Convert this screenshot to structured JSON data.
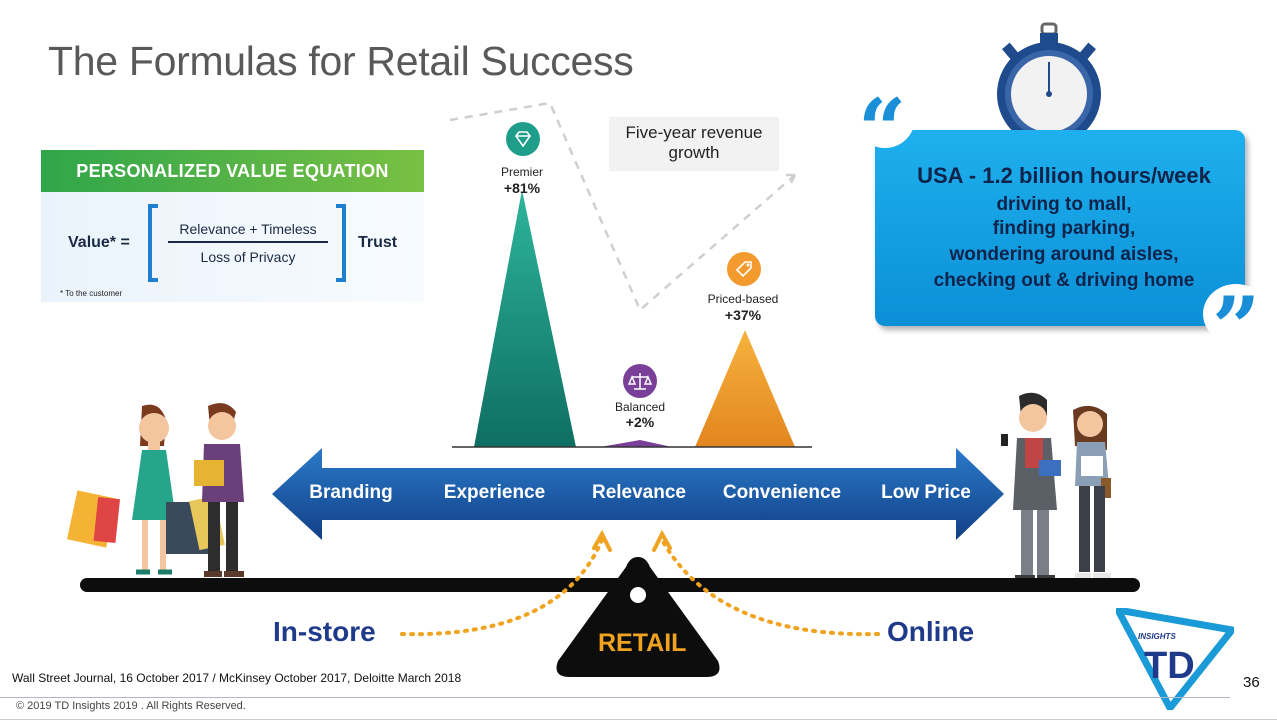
{
  "slide": {
    "title": "The Formulas for Retail Success",
    "page_number": "36",
    "source_note": "Wall Street Journal, 16 October 2017 / McKinsey October 2017, Deloitte March 2018",
    "copyright": "© 2019 TD Insights 2019 . All Rights Reserved."
  },
  "equation": {
    "header": "PERSONALIZED VALUE EQUATION",
    "lhs": "Value* =",
    "numerator": "Relevance + Timeless",
    "denominator": "Loss of Privacy",
    "rhs": "Trust",
    "footnote": "* To the customer"
  },
  "revenue": {
    "title": "Five-year revenue growth",
    "segments": [
      {
        "label": "Premier",
        "value": "+81%",
        "icon": "diamond-icon",
        "color": "#1e9e8a"
      },
      {
        "label": "Balanced",
        "value": "+2%",
        "icon": "scales-icon",
        "color": "#7a3f98"
      },
      {
        "label": "Priced-based",
        "value": "+37%",
        "icon": "price-tag-icon",
        "color": "#f29a2e"
      }
    ]
  },
  "quote": {
    "headline": "USA - 1.2 billion hours/week",
    "lines": [
      "driving to mall,",
      "finding parking,",
      "wondering around aisles,",
      "checking out & driving home"
    ],
    "open_mark": "“",
    "close_mark": "”"
  },
  "spectrum": {
    "items": [
      "Branding",
      "Experience",
      "Relevance",
      "Convenience",
      "Low Price"
    ]
  },
  "balance": {
    "left": "In-store",
    "right": "Online",
    "fulcrum": "RETAIL"
  },
  "logo": {
    "small_text": "INSIGHTS",
    "letters": "TD"
  },
  "colors": {
    "arrow": "#1a5fae",
    "quote_box": "#1aa3e6",
    "equation_header": "#3ba84a",
    "brand_dark": "#1f3a8a"
  }
}
